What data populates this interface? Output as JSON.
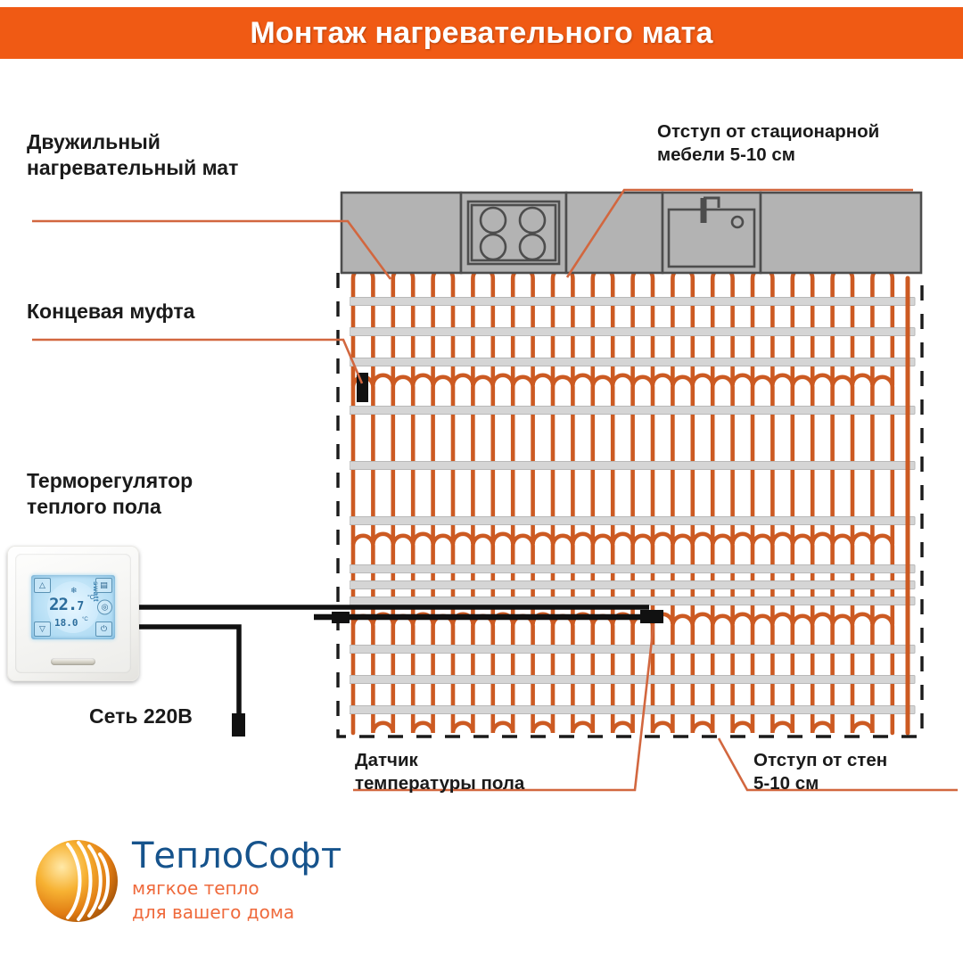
{
  "banner": {
    "title": "Монтаж нагревательного мата",
    "bg_color": "#f05a14",
    "text_color": "#ffffff"
  },
  "labels": {
    "mat": "Двужильный\nнагревательный мат",
    "mat_line1": "Двужильный",
    "mat_line2": "нагревательный мат",
    "coupling": "Концевая муфта",
    "thermostat_line1": "Терморегулятор",
    "thermostat_line2": "теплого пола",
    "furniture_line1": "Отступ от стационарной",
    "furniture_line2": "мебели 5-10 см",
    "sensor_line1": "Датчик",
    "sensor_line2": "температуры пола",
    "wall_line1": "Отступ от стен",
    "wall_line2": "5-10 см",
    "mains": "Сеть 220В"
  },
  "thermostat": {
    "display_main": "22.",
    "display_main_decimal": "7",
    "display_unit": "°C",
    "display_secondary": "18.0",
    "display_secondary_unit": "°C",
    "brand": "swatt",
    "buttons": {
      "up": "△",
      "down": "▽",
      "calendar": "▤",
      "clock": "◎",
      "power": "⏻"
    },
    "snow_icon": "❄"
  },
  "logo": {
    "name": "ТеплоСофт",
    "tagline_line1": "мягкое тепло",
    "tagline_line2": "для вашего дома",
    "name_color": "#16538c",
    "tagline_color": "#ef6a3c",
    "mark_color": "#e8901f"
  },
  "diagram": {
    "cable_color": "#cc5a22",
    "mesh_color": "#d5d5d5",
    "furniture_fill": "#b3b3b3",
    "furniture_stroke": "#4d4d4d",
    "boundary_style": "dashed",
    "leader_color": "#d2673f",
    "wire_color": "#111111",
    "appliances": [
      "cooktop-4-burner",
      "sink-with-faucet"
    ],
    "mat_bands": 4,
    "mesh_strips_per_band": 3
  }
}
